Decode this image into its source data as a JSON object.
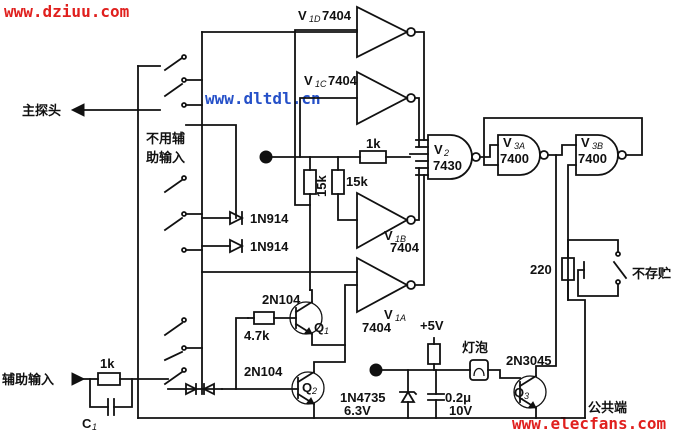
{
  "watermarks": {
    "top_left": "www.dziuu.com",
    "center": "www.dltdl.cn",
    "bottom_right": "www.elecfans.com"
  },
  "labels": {
    "u1d_prefix": "V",
    "u1d_sub": "1D",
    "u1d_part": "7404",
    "u1c_prefix": "V",
    "u1c_sub": "1C",
    "u1c_part": "7404",
    "u1b_prefix": "V",
    "u1b_sub": "1B",
    "u1b_part": "7404",
    "u1a_prefix": "V",
    "u1a_sub": "1A",
    "u1a_part": "7404",
    "u2_prefix": "V",
    "u2_sub": "2",
    "u2_part": "7430",
    "u3a_prefix": "V",
    "u3a_sub": "3A",
    "u3a_part": "7400",
    "u3b_prefix": "V",
    "u3b_sub": "3B",
    "u3b_part": "7400",
    "main_probe": "主探头",
    "unused_aux_1": "不用辅",
    "unused_aux_2": "助输入",
    "aux_input": "辅助输入",
    "r_1k_top": "1k",
    "r_15k_a": "15k",
    "r_15k_b": "15k",
    "d1": "1N914",
    "d2": "1N914",
    "q_model_1": "2N104",
    "q_model_2": "2N104",
    "q1": "Q",
    "q1_sub": "1",
    "q2": "Q",
    "q2_sub": "2",
    "q3": "Q",
    "q3_sub": "3",
    "r_47k": "4.7k",
    "r_1k_aux": "1k",
    "c1": "C",
    "c1_sub": "1",
    "zener": "1N4735",
    "zener_v": "6.3V",
    "vcc": "+5V",
    "lamp": "灯泡",
    "cap_val": "0.2μ",
    "cap_v": "10V",
    "q3_model": "2N3045",
    "r_220": "220",
    "no_store": "不存贮",
    "common": "公共端"
  }
}
